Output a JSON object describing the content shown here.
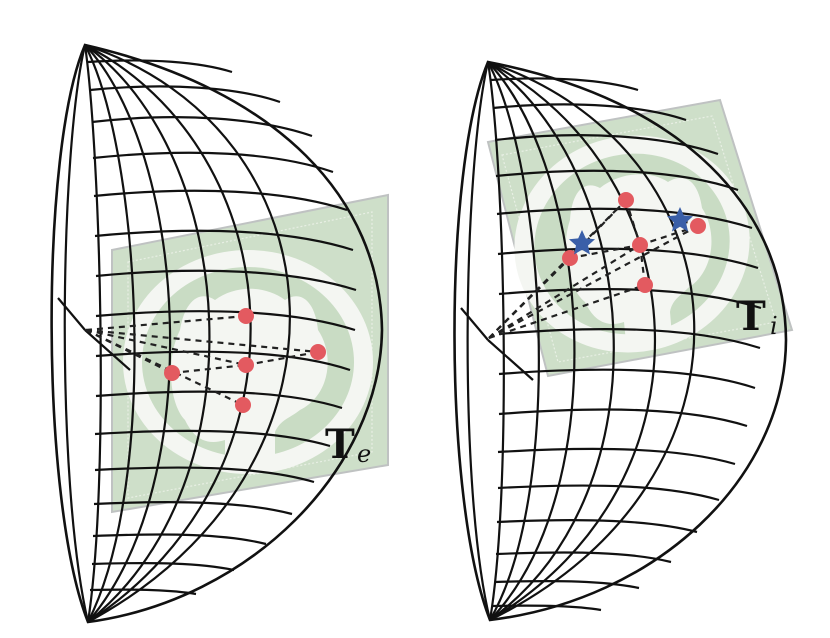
{
  "figure": {
    "panels": [
      {
        "id": "left",
        "plane_label": "T",
        "plane_subscript": "e"
      },
      {
        "id": "right",
        "plane_label": "T",
        "plane_subscript": "i"
      }
    ],
    "colors": {
      "plane": "#c9dcc4",
      "plane_border": "#b9bcbc",
      "point": "#e35a60",
      "star": "#3a5fa8",
      "grid": "#111111",
      "logo_white": "#f4f6f2"
    },
    "icons": [
      "red-point",
      "blue-star",
      "octocat-logo"
    ]
  }
}
